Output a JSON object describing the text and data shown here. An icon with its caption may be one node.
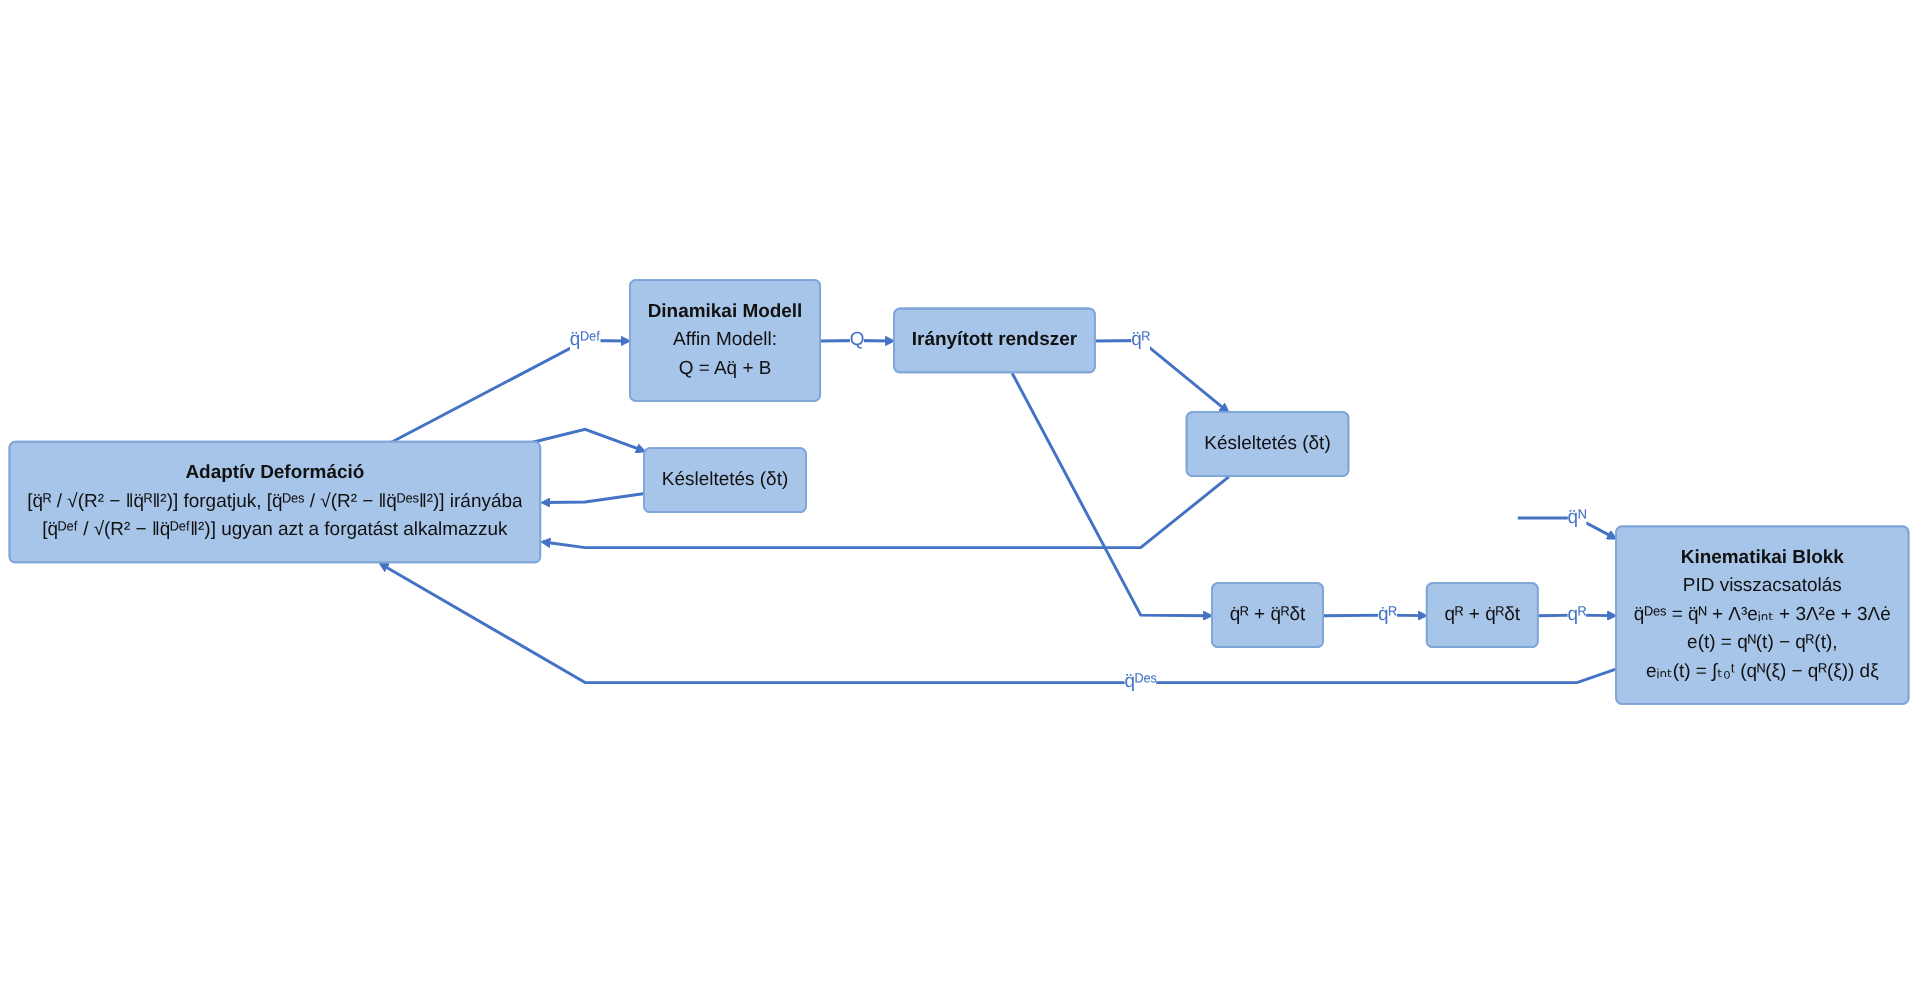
{
  "diagram": {
    "nodes": [
      {
        "text": [
          "Adaptív Deformáció",
          "[q̈ᴿ / √(R² − ‖q̈ᴿ‖²)] forgatjuk, [q̈ᴰᵉˢ / √(R² − ‖q̈ᴰᵉˢ‖²)] irányába",
          "[q̈ᴰᵉᶠ / √(R² − ‖q̈ᴰᵉᶠ‖²)] ugyan azt a forgatást alkalmazzuk"
        ]
      },
      {
        "text": [
          "Dinamikai Modell",
          "Affin Modell:",
          "Q = Aq̈ + B"
        ]
      },
      {
        "text": [
          "Irányított rendszer"
        ]
      },
      {
        "text": [
          "Késleltetés (δt)"
        ]
      },
      {
        "text": [
          "Késleltetés (δt)"
        ]
      },
      {
        "text": [
          "Kinematikai Blokk",
          "PID visszacsatolás",
          "q̈ᴰᵉˢ = q̈ᴺ + Λ³eᵢₙₜ + 3Λ²e + 3Λė",
          "e(t) = qᴺ(t) − qᴿ(t),",
          "eᵢₙₜ(t) = ∫ₜ₀ᵗ (qᴺ(ξ) − qᴿ(ξ)) dξ"
        ]
      },
      {
        "text": [
          "q̇ᴿ + q̈ᴿδt"
        ]
      },
      {
        "text": [
          "qᴿ + q̇ᴿδt"
        ]
      }
    ],
    "edges": [
      {
        "from": 0,
        "to": 1,
        "arrow": "to",
        "label": "q̈ᴰᵉᶠ"
      },
      {
        "from": 0,
        "to": 3,
        "arrow": "to"
      },
      {
        "from": 1,
        "to": 2,
        "arrow": "to",
        "label": "Q"
      },
      {
        "from": 2,
        "to": 4,
        "arrow": "to",
        "label": "q̈ᴿ"
      },
      {
        "from": 2,
        "to": 6,
        "arrow": "to"
      },
      {
        "from": 3,
        "to": 0,
        "arrow": "to"
      },
      {
        "from": 4,
        "to": 0,
        "arrow": "to"
      },
      {
        "from": 5,
        "to": 0,
        "arrow": "to",
        "label": "q̈ᴰᵉˢ"
      },
      {
        "from": null,
        "to": 5,
        "arrow": "to",
        "label": "q̈ᴺ"
      },
      {
        "from": 6,
        "to": 7,
        "arrow": "to",
        "label": "q̇ᴿ"
      },
      {
        "from": 7,
        "to": 5,
        "arrow": "to",
        "label": "qᴿ"
      }
    ]
  }
}
